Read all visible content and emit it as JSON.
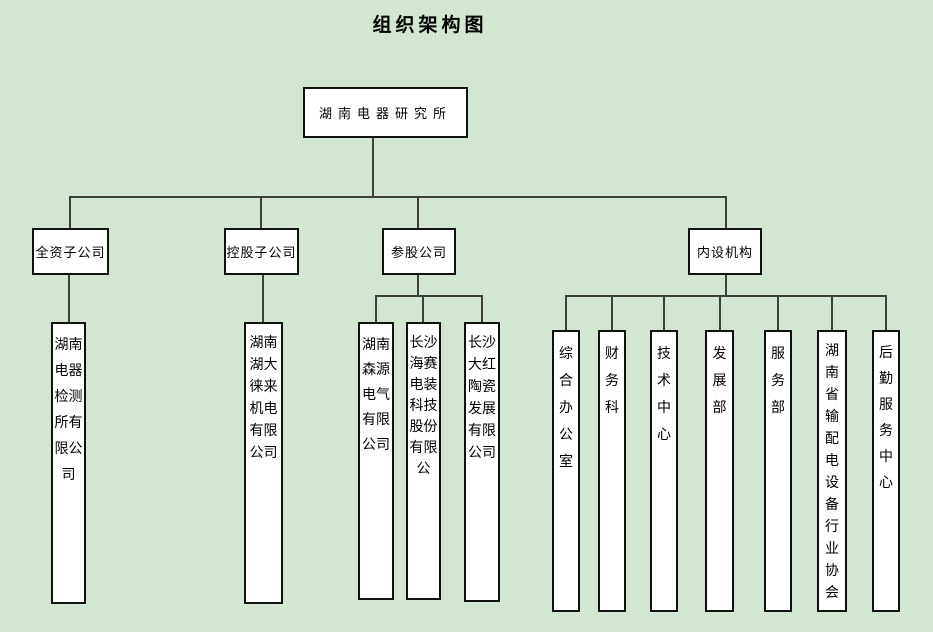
{
  "page": {
    "title": "组织架构图",
    "background_color": "#d2e6d2",
    "node_background": "#ffffff",
    "node_border_color": "#111111",
    "connector_color": "#3f3f3f"
  },
  "org": {
    "root": {
      "label": "湖南电器研究所"
    },
    "groups": [
      {
        "label": "全资子公司",
        "children": [
          {
            "label": "湖南电器检测所有限公司"
          }
        ]
      },
      {
        "label": "控股子公司",
        "children": [
          {
            "label": "湖南湖大徕来机电有限公司"
          }
        ]
      },
      {
        "label": "参股公司",
        "children": [
          {
            "label": "湖南森源电气有限公司"
          },
          {
            "label": "长沙海赛电装科技股份有限公"
          },
          {
            "label": "长沙大红陶瓷发展有限公司"
          }
        ]
      },
      {
        "label": "内设机构",
        "children": [
          {
            "label": "综合办公室"
          },
          {
            "label": "财务科"
          },
          {
            "label": "技术中心"
          },
          {
            "label": "发展部"
          },
          {
            "label": "服务部"
          },
          {
            "label": "湖南省输配电设备行业协会"
          },
          {
            "label": "后勤服务中心"
          }
        ]
      }
    ]
  }
}
